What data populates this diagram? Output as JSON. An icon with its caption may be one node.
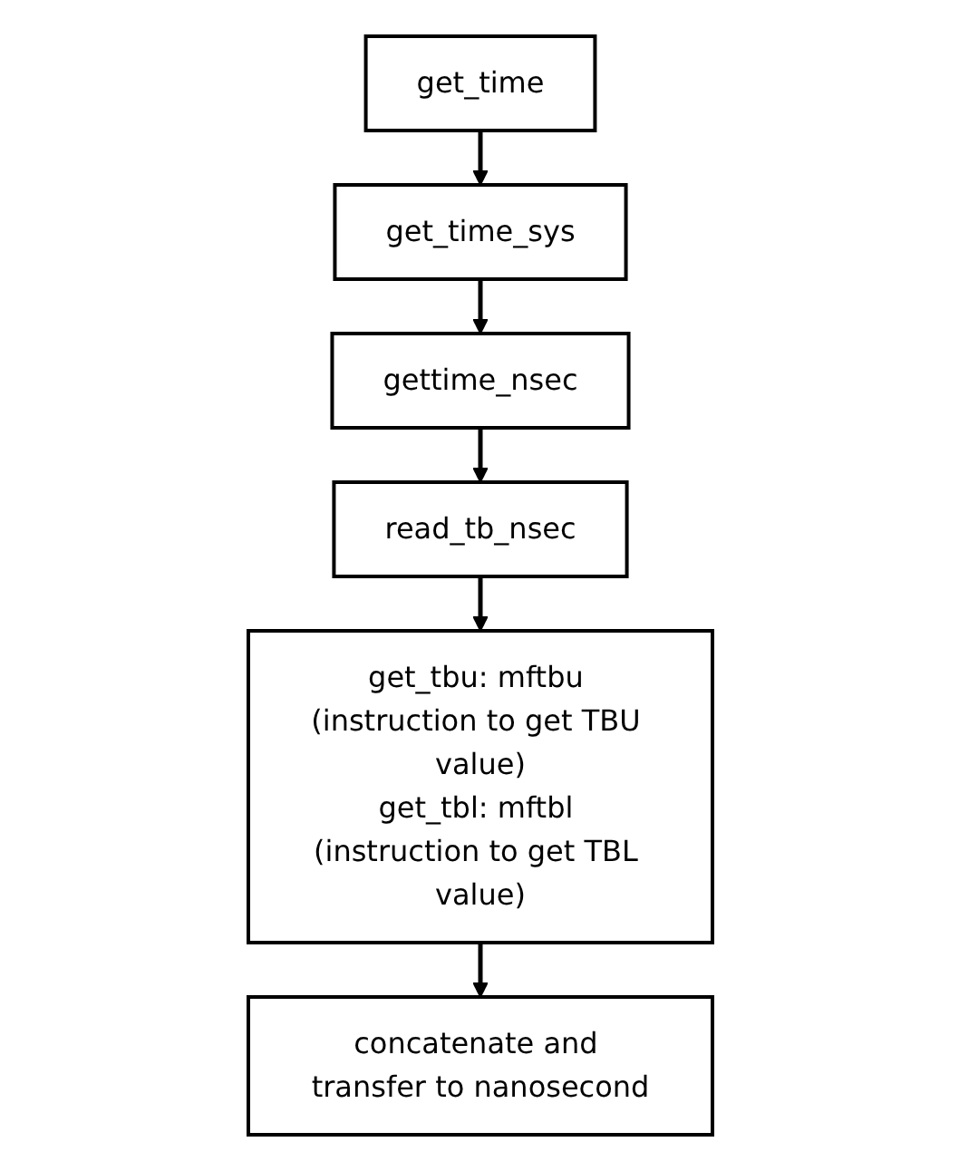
{
  "diagram": {
    "nodes": [
      {
        "text": [
          "get_time"
        ]
      },
      {
        "text": [
          "get_time_sys"
        ]
      },
      {
        "text": [
          "gettime_nsec"
        ]
      },
      {
        "text": [
          "read_tb_nsec"
        ]
      },
      {
        "text": [
          "get_tbu: mftbu (instruction to get TBU value)",
          "get_tbl: mftbl (instruction to get TBL value)"
        ]
      },
      {
        "text": [
          "concatenate and transfer to nanosecond"
        ]
      }
    ],
    "edges": [
      {
        "from": 0,
        "to": 1,
        "arrow": "to"
      },
      {
        "from": 1,
        "to": 2,
        "arrow": "to"
      },
      {
        "from": 2,
        "to": 3,
        "arrow": "to"
      },
      {
        "from": 3,
        "to": 4,
        "arrow": "to"
      },
      {
        "from": 4,
        "to": 5,
        "arrow": "to"
      }
    ]
  }
}
